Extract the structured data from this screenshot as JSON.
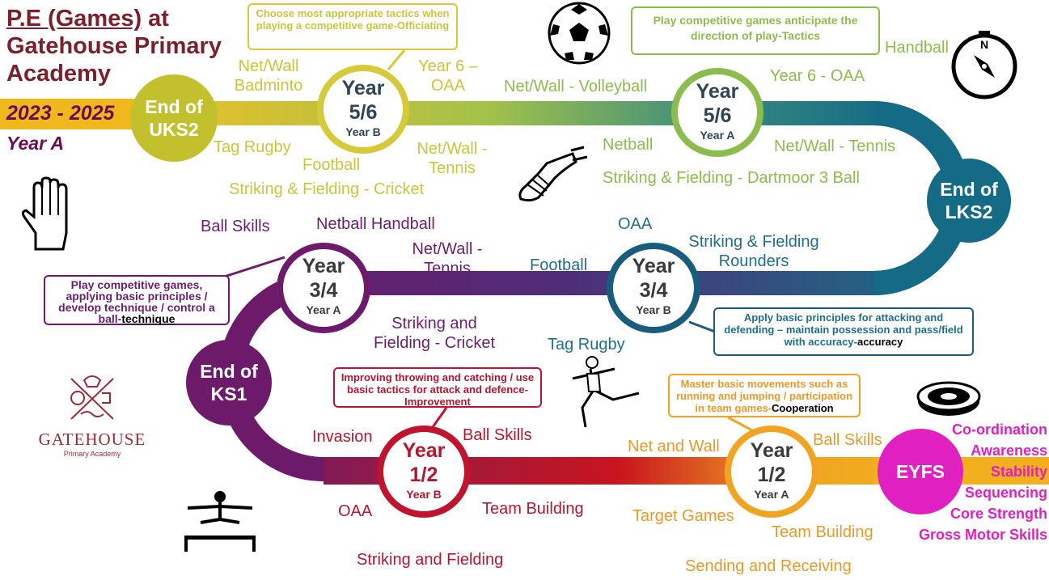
{
  "title": {
    "line1_u": "P.E (Games)",
    "line1_rest": " at",
    "line2": "Gatehouse Primary",
    "line3": "Academy"
  },
  "years": "2023 - 2025",
  "year_label": "Year A",
  "nodes": {
    "uks2": "End of UKS2",
    "lks2": "End of LKS2",
    "ks1": "End of KS1",
    "eyfs": "EYFS"
  },
  "circles": {
    "y56b": {
      "big": "Year 5/6",
      "small": "Year B"
    },
    "y56a": {
      "big": "Year 5/6",
      "small": "Year A"
    },
    "y34a": {
      "big": "Year 3/4",
      "small": "Year A"
    },
    "y34b": {
      "big": "Year 3/4",
      "small": "Year B"
    },
    "y12b": {
      "big": "Year 1/2",
      "small": "Year B"
    },
    "y12a": {
      "big": "Year 1/2",
      "small": "Year A"
    }
  },
  "boxes": {
    "officiating": {
      "text": "Choose most appropriate tactics when playing a competitive game-",
      "key": "Officiating",
      "color": "#c7c63c"
    },
    "tactics": {
      "text": "Play competitive games anticipate the direction of play-",
      "key": "Tactics",
      "color": "#8cbc4d"
    },
    "technique": {
      "text": "Play competitive games, applying basic principles / develop technique / control a ball-",
      "key": "technique",
      "color": "#6a1f6e"
    },
    "accuracy": {
      "text": "Apply basic principles for attacking and defending – maintain possession and pass/field with accuracy-",
      "key": "accuracy",
      "color": "#1f6f8a"
    },
    "improvement": {
      "text": "Improving throwing and catching / use basic tactics for attack and defence-",
      "key": "Improvement",
      "color": "#b3172f"
    },
    "cooperation": {
      "text": "Master basic movements such as running and jumping / participation in team games-",
      "key": "Cooperation",
      "color": "#e79a29"
    }
  },
  "labels": {
    "ks2_netwall": "Net/Wall Badminto",
    "ks2_tagrugby": "Tag Rugby",
    "ks2_football": "Football",
    "ks2_cricket": "Striking & Fielding - Cricket",
    "ks2_y6oaa": "Year 6 – OAA",
    "ks2_tennis": "Net/Wall - Tennis",
    "a_volleyball": "Net/Wall  - Volleyball",
    "a_netball": "Netball",
    "a_dartmoor": "Striking & Fielding - Dartmoor 3 Ball",
    "a_y6oaa": "Year 6 - OAA",
    "a_handball": "Handball",
    "a_tennis": "Net/Wall  - Tennis",
    "p_ballskills": "Ball Skills",
    "p_netballhandball": "Netball Handball",
    "p_tennis": "Net/Wall - Tennis",
    "p_cricket": "Striking and Fielding - Cricket",
    "b_football": "Football",
    "b_oaa": "OAA",
    "b_rounders": "Striking & Fielding Rounders",
    "b_tagrugby": "Tag Rugby",
    "r_invasion": "Invasion",
    "r_oaa": "OAA",
    "r_ballskills": "Ball Skills",
    "r_teambuilding": "Team Building",
    "r_striking": "Striking and Fielding",
    "o_netwall": "Net and Wall",
    "o_ballskills": "Ball Skills",
    "o_target": "Target Games",
    "o_teambuilding": "Team Building",
    "o_sending": "Sending and Receiving"
  },
  "eyfs_skills": [
    "Co-ordination",
    "Awareness",
    "Stability",
    "Sequencing",
    "Core Strength",
    "Gross Motor Skills"
  ],
  "logo": {
    "name": "GATEHOUSE",
    "sub": "Primary Academy"
  },
  "colors": {
    "ks2": "#d6c93a",
    "y56a": "#8cbc4d",
    "lks2": "#1a6e87",
    "ks1": "#6d1a6b",
    "red": "#c0142e",
    "orange": "#f0a421",
    "eyfs": "#e020c0"
  },
  "icons": [
    "football-icon",
    "compass-icon",
    "boot-icon",
    "hand-icon",
    "athlete-icon",
    "gymnast-icon",
    "discus-icon"
  ]
}
